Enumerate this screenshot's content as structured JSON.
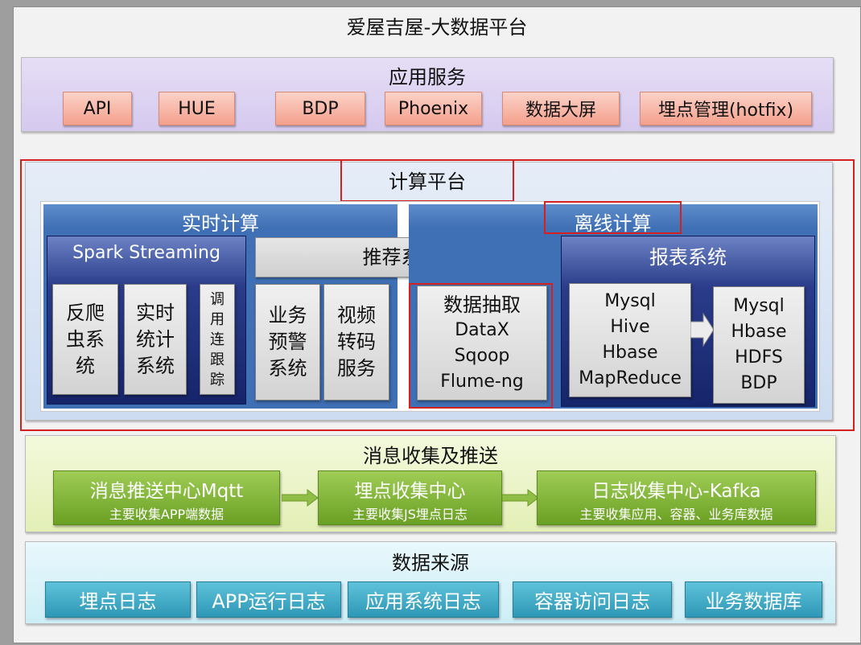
{
  "title": "爱屋吉屋-大数据平台",
  "app_service": {
    "title": "应用服务",
    "items": [
      "API",
      "HUE",
      "BDP",
      "Phoenix",
      "数据大屏",
      "埋点管理(hotfix)"
    ]
  },
  "compute": {
    "title": "计算平台",
    "realtime": {
      "title": "实时计算",
      "spark": {
        "title": "Spark Streaming",
        "boxes": [
          [
            "反爬",
            "虫系",
            "统"
          ],
          [
            "实时",
            "统计",
            "系统"
          ],
          [
            "调",
            "用",
            "连",
            "跟",
            "踪"
          ]
        ]
      },
      "recommend": "推荐系统",
      "boxes": [
        [
          "业务",
          "预警",
          "系统"
        ],
        [
          "视频",
          "转码",
          "服务"
        ]
      ]
    },
    "offline": {
      "title": "离线计算",
      "extract": [
        "数据抽取",
        "DataX",
        "Sqoop",
        "Flume-ng"
      ],
      "report": {
        "title": "报表系统",
        "left": [
          "Mysql",
          "Hive",
          "Hbase",
          "MapReduce"
        ],
        "right": [
          "Mysql",
          "Hbase",
          "HDFS",
          "BDP"
        ]
      }
    }
  },
  "messaging": {
    "title": "消息收集及推送",
    "items": [
      {
        "main": "消息推送中心Mqtt",
        "sub": "主要收集APP端数据"
      },
      {
        "main": "埋点收集中心",
        "sub": "主要收集JS埋点日志"
      },
      {
        "main": "日志收集中心-Kafka",
        "sub": "主要收集应用、容器、业务库数据"
      }
    ]
  },
  "datasource": {
    "title": "数据来源",
    "items": [
      "埋点日志",
      "APP运行日志",
      "应用系统日志",
      "容器访问日志",
      "业务数据库"
    ]
  },
  "colors": {
    "highlight": "#d62020",
    "app_panel": "#ddd3f1",
    "compute_panel": "#dbe6f6",
    "message_panel": "#eef6cf",
    "source_panel": "#e2f5fb"
  }
}
